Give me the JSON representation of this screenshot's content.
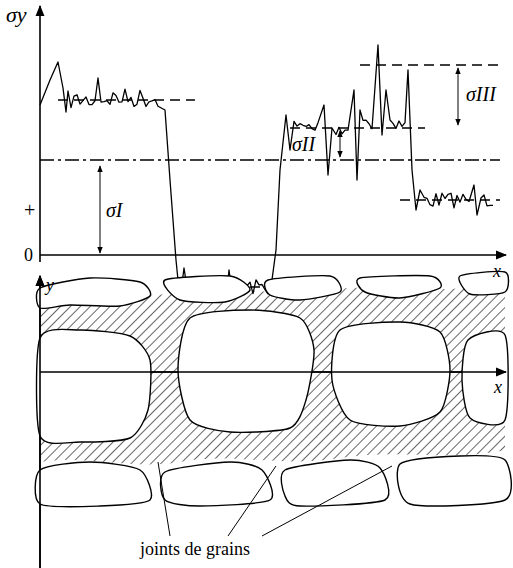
{
  "diagram": {
    "labels": [
      "σy",
      "+",
      "0",
      "x",
      "σI",
      "σII",
      "σIII",
      "y",
      "x",
      "joints de grains"
    ]
  }
}
